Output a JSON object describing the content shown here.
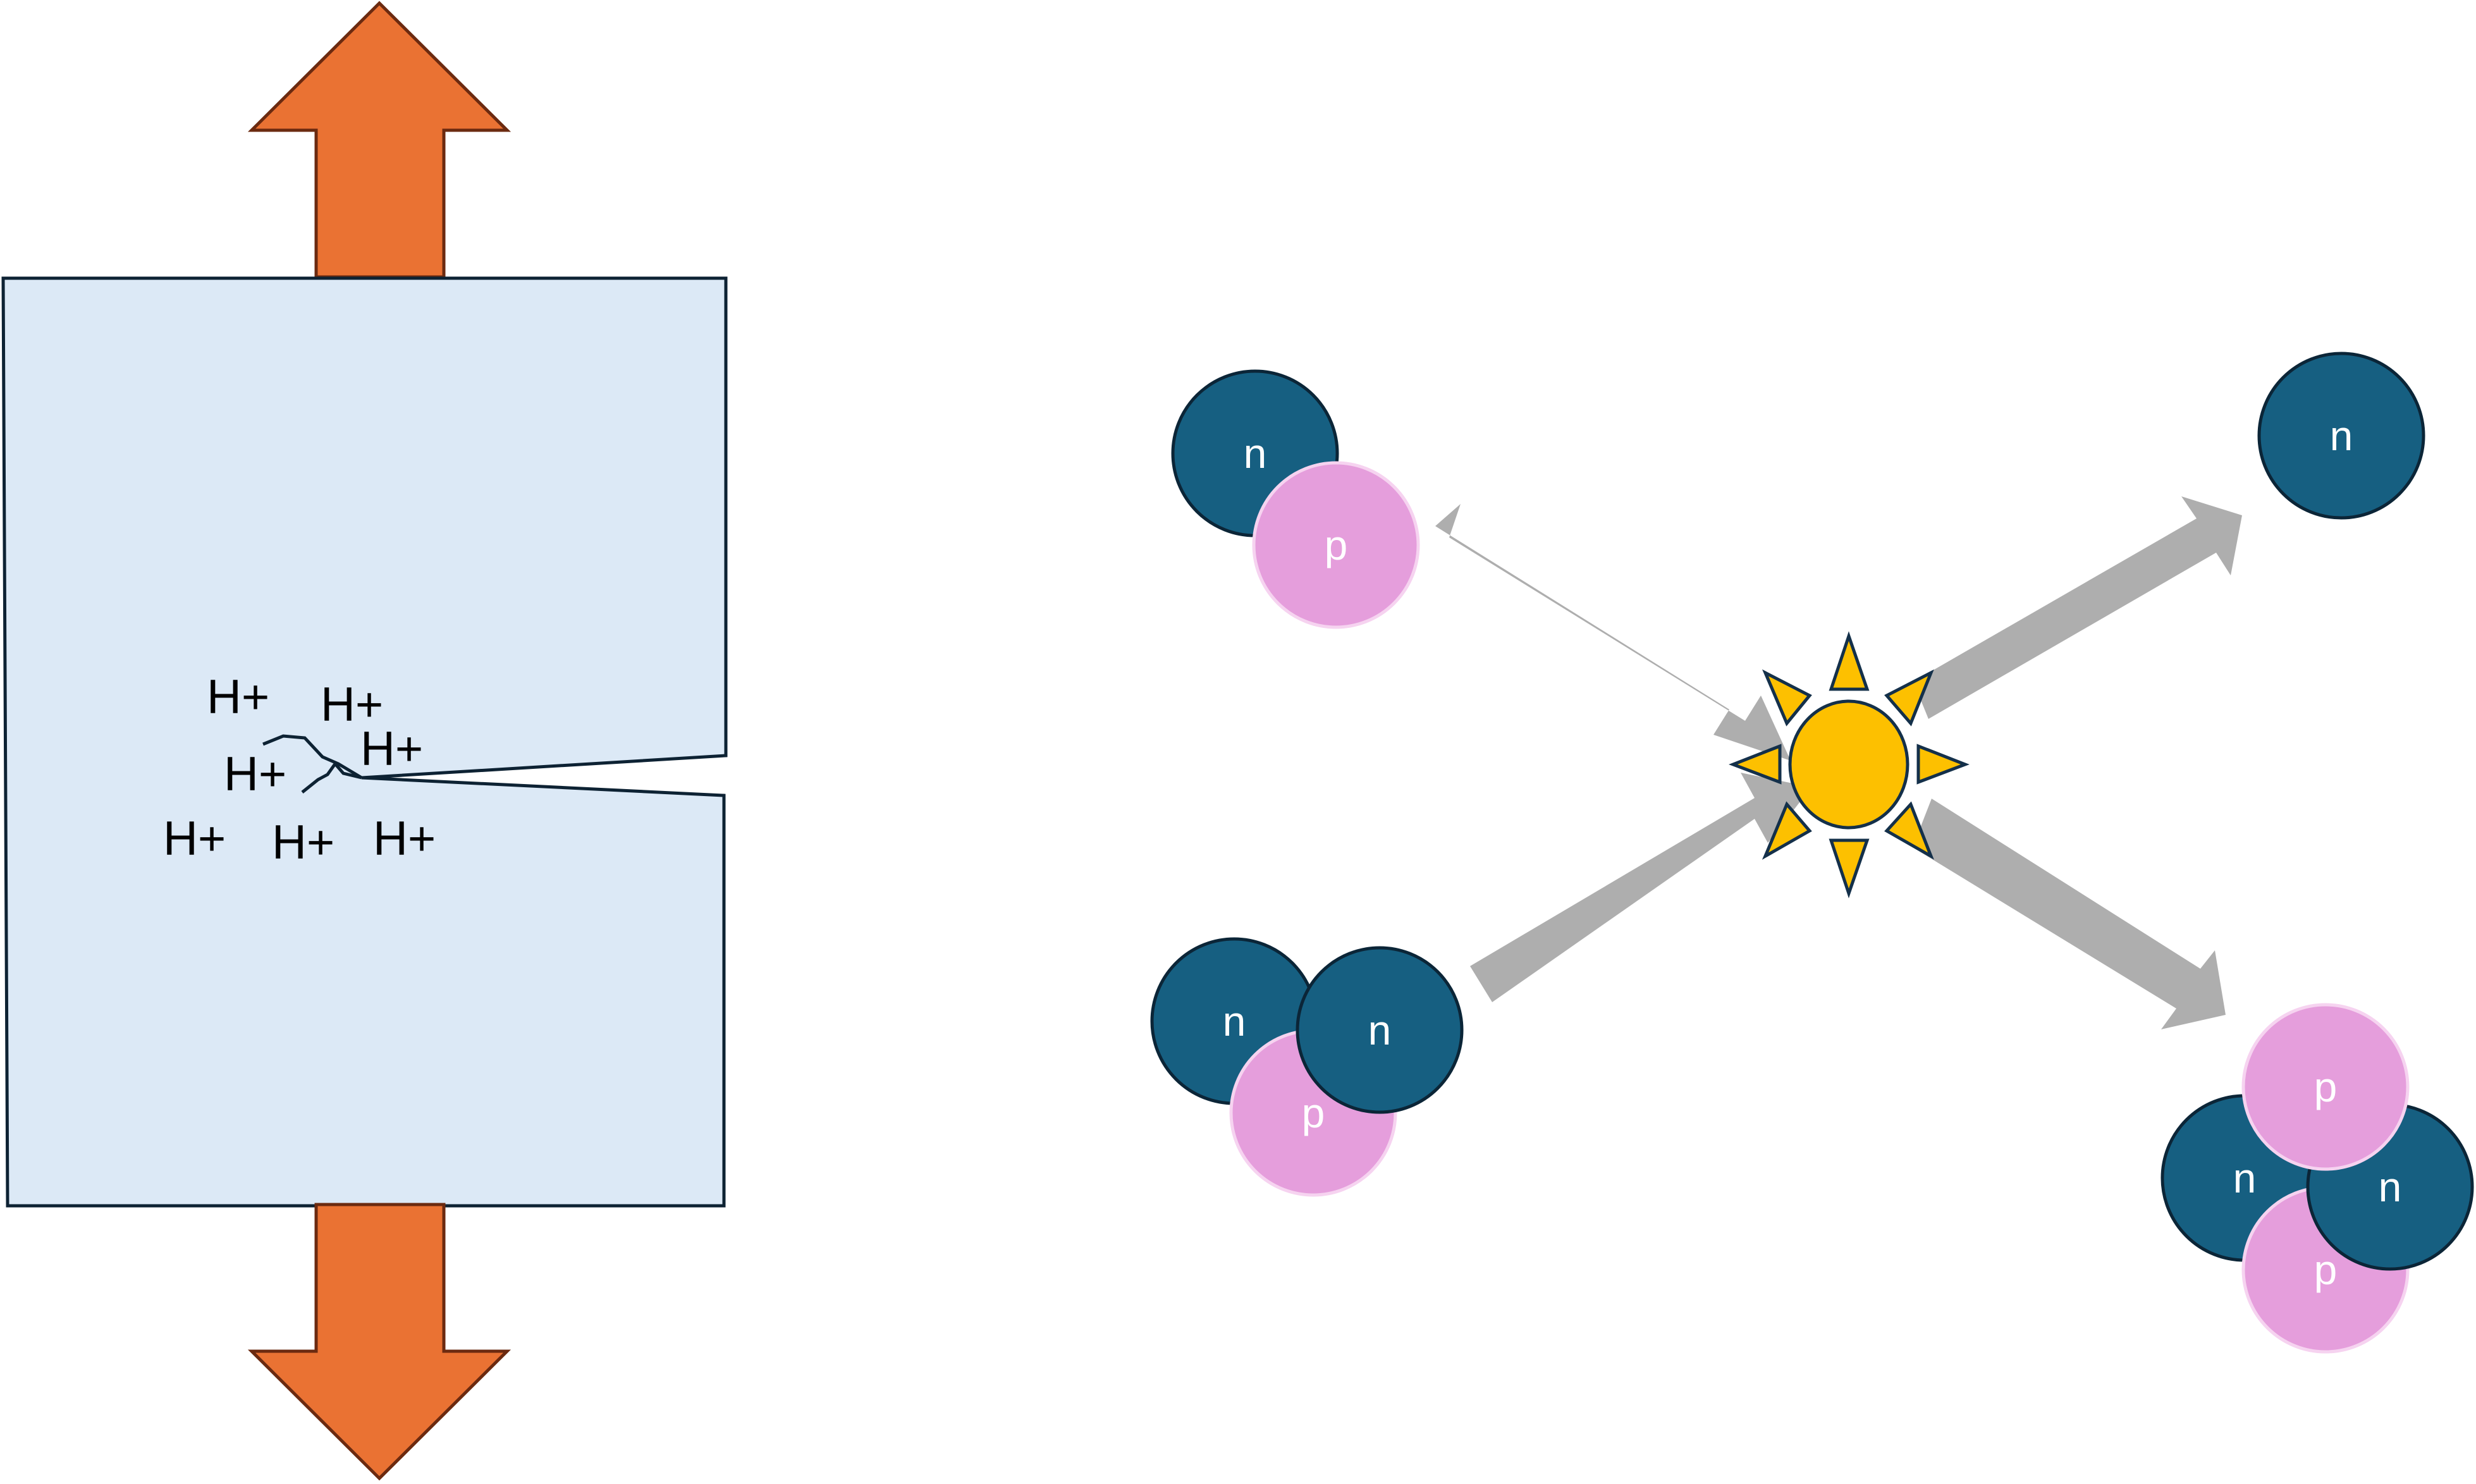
{
  "colors": {
    "specimen_fill": "#dce9f6",
    "specimen_stroke": "#0d2233",
    "load_arrow_fill": "#ea7233",
    "load_arrow_stroke": "#6b2a10",
    "neutron_fill": "#165f81",
    "neutron_stroke": "#0b2537",
    "proton_fill": "#e59edc",
    "proton_stroke": "#f6d3f0",
    "reaction_arrow": "#aeaeae",
    "flash_fill": "#fdc000",
    "flash_stroke": "#14304a"
  },
  "icons": {
    "load_arrows": "block-arrow-icon",
    "reaction": "starburst-icon"
  },
  "specimen": {
    "ions": [
      "H+",
      "H+",
      "H+",
      "H+",
      "H+",
      "H+",
      "H+"
    ]
  },
  "reaction": {
    "deuteron": {
      "neutron_label": "n",
      "proton_label": "p"
    },
    "triton": {
      "neutron_1_label": "n",
      "neutron_2_label": "n",
      "proton_label": "p"
    },
    "neutron_out": {
      "label": "n"
    },
    "alpha": {
      "neutron_1_label": "n",
      "neutron_2_label": "n",
      "proton_1_label": "p",
      "proton_2_label": "p"
    }
  }
}
